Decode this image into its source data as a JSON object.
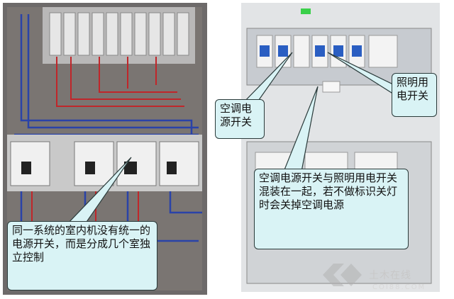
{
  "callouts": {
    "left": "同一系统的室内机没有统一的电源开关，而是分成几个室独立控制",
    "ac_switch": "空调电源开关",
    "lighting_switch": "照明用电开关",
    "mixed": "空调电源开关与照明用电开关混装在一起，若不做标识关灯时会关掉空调电源"
  },
  "watermark": {
    "text": "土木在线",
    "domain": "COI88.COM"
  }
}
